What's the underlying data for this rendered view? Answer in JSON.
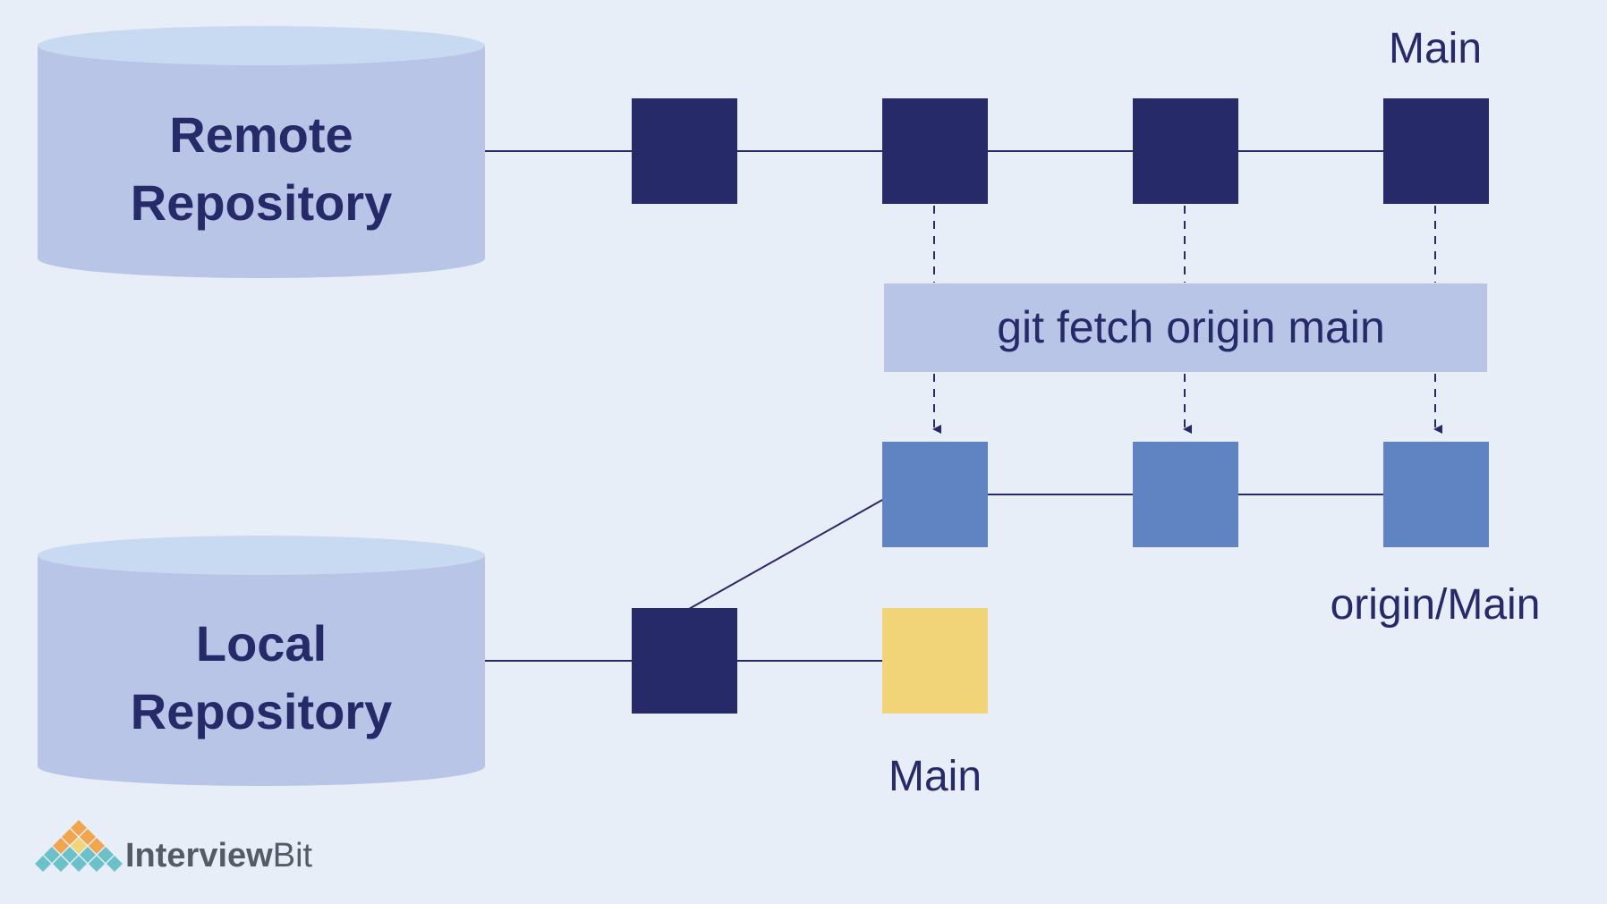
{
  "diagram": {
    "remote_repository": {
      "label_line1": "Remote",
      "label_line2": "Repository"
    },
    "local_repository": {
      "label_line1": "Local",
      "label_line2": "Repository"
    },
    "fetch_command": "git fetch origin main",
    "remote_main_label": "Main",
    "origin_main_label": "origin/Main",
    "local_main_label": "Main"
  },
  "branding": {
    "logo_part1": "Interview",
    "logo_part2": "Bit"
  },
  "colors": {
    "background": "#e8eef8",
    "cylinder_body": "#b8c5e6",
    "cylinder_top": "#c7daf1",
    "dark_commit": "#262a68",
    "fetched_commit": "#6083c2",
    "local_commit": "#f1d478",
    "fetch_box": "#b8c5e6",
    "text": "#262a68"
  }
}
